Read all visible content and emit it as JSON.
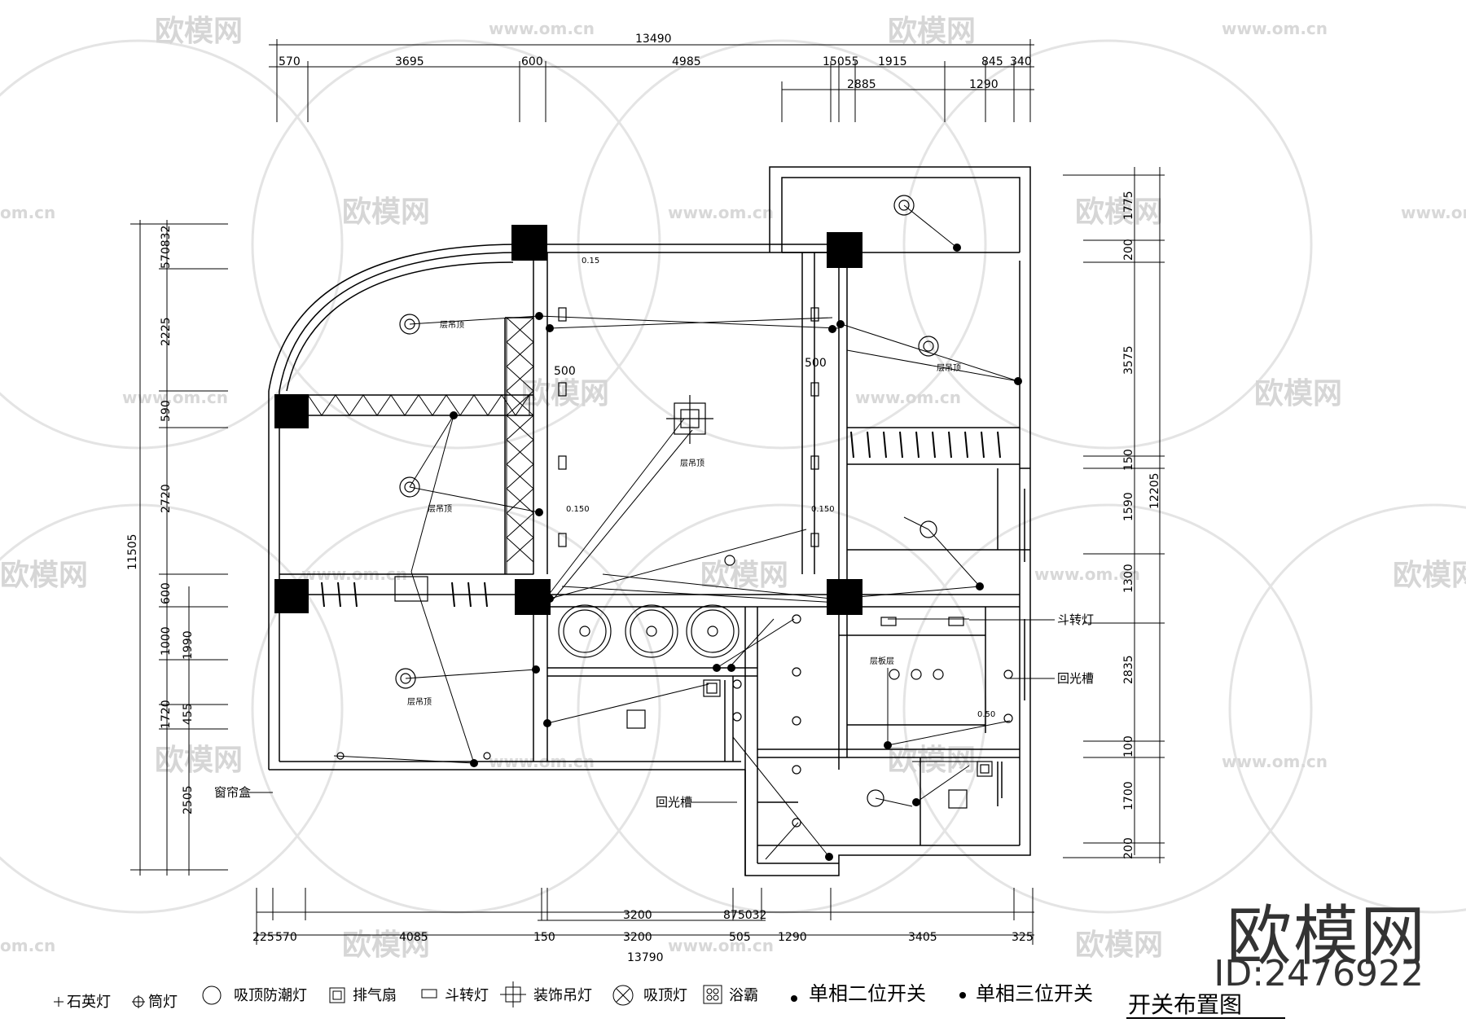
{
  "plan": {
    "title": "开关布置图",
    "top_dims": {
      "total": "13490",
      "row1": [
        "570",
        "3695",
        "600",
        "4985",
        "15055",
        "1915",
        "845",
        "340"
      ],
      "row2": [
        "2885",
        "1290"
      ]
    },
    "bottom_dims": {
      "total": "13790",
      "row1": [
        "225",
        "570",
        "4085",
        "150",
        "3200",
        "505",
        "1290",
        "3405",
        "325"
      ],
      "row2": [
        "3200",
        "875032"
      ]
    },
    "left_dims": {
      "total": "11505",
      "segments": [
        "570832",
        "2225",
        "590",
        "2720",
        "600",
        "1000",
        "1990",
        "1720",
        "455",
        "2505"
      ]
    },
    "right_dims": {
      "total": "12205",
      "segments": [
        "1775",
        "200",
        "3575",
        "150",
        "1590",
        "1300",
        "2835",
        "100",
        "1700",
        "200"
      ]
    },
    "labels": {
      "curtain_box": "窗帘盒",
      "return_slot_1": "回光槽",
      "return_slot_2": "回光槽",
      "spot_light": "斗转灯",
      "ceiling_a": "层吊顶",
      "ceiling_b": "层吊顶",
      "ceiling_c": "层吊顶",
      "ceiling_d": "层吊顶",
      "ceiling_e": "层吊顶",
      "ceiling_f": "层板层",
      "level_015": "0.15",
      "level_0150a": "0.150",
      "level_0150b": "0.150",
      "level_050": "0.50",
      "d500a": "500",
      "d500b": "500"
    }
  },
  "legend": [
    {
      "icon": "quartz-lamp-icon",
      "label": "石英灯"
    },
    {
      "icon": "downlight-icon",
      "label": "筒灯"
    },
    {
      "icon": "ceiling-moisture-lamp-icon",
      "label": "吸顶防潮灯"
    },
    {
      "icon": "exhaust-fan-icon",
      "label": "排气扇"
    },
    {
      "icon": "swivel-spotlight-icon",
      "label": "斗转灯"
    },
    {
      "icon": "decorative-pendant-icon",
      "label": "装饰吊灯"
    },
    {
      "icon": "ceiling-lamp-icon",
      "label": "吸顶灯"
    },
    {
      "icon": "bath-heater-icon",
      "label": "浴霸"
    },
    {
      "icon": "single-phase-two-way-switch-icon",
      "label": "单相二位开关"
    },
    {
      "icon": "single-phase-three-way-switch-icon",
      "label": "单相三位开关"
    }
  ],
  "watermark": {
    "name": "欧模网",
    "url": "www.om.cn",
    "url_short": "om.cn",
    "id": "ID:2476922"
  }
}
